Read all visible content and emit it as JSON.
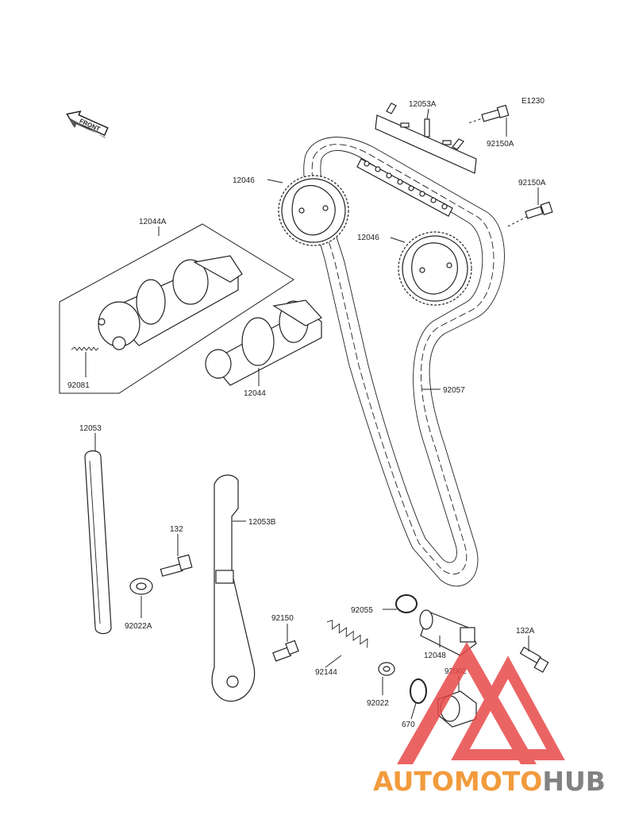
{
  "diagram_code": "E1230",
  "front_label": "FRONT",
  "parts": [
    {
      "id": "12053A",
      "label": "12053A"
    },
    {
      "id": "92150A-top",
      "label": "92150A"
    },
    {
      "id": "92150A-right",
      "label": "92150A"
    },
    {
      "id": "12046-left",
      "label": "12046"
    },
    {
      "id": "12046-right",
      "label": "12046"
    },
    {
      "id": "12044A",
      "label": "12044A"
    },
    {
      "id": "92081",
      "label": "92081"
    },
    {
      "id": "12044",
      "label": "12044"
    },
    {
      "id": "92057",
      "label": "92057"
    },
    {
      "id": "12053",
      "label": "12053"
    },
    {
      "id": "132",
      "label": "132"
    },
    {
      "id": "12053B",
      "label": "12053B"
    },
    {
      "id": "92022A",
      "label": "92022A"
    },
    {
      "id": "92150",
      "label": "92150"
    },
    {
      "id": "92055",
      "label": "92055"
    },
    {
      "id": "92144",
      "label": "92144"
    },
    {
      "id": "12048",
      "label": "12048"
    },
    {
      "id": "132A",
      "label": "132A"
    },
    {
      "id": "92002",
      "label": "92002"
    },
    {
      "id": "92022",
      "label": "92022"
    },
    {
      "id": "670",
      "label": "670"
    }
  ],
  "watermark": {
    "part1": "AUTOMOTO",
    "part2": "HUB",
    "color1": "#f08a1c",
    "color2": "#6d6d6d",
    "triangle_color": "#e8494a"
  }
}
